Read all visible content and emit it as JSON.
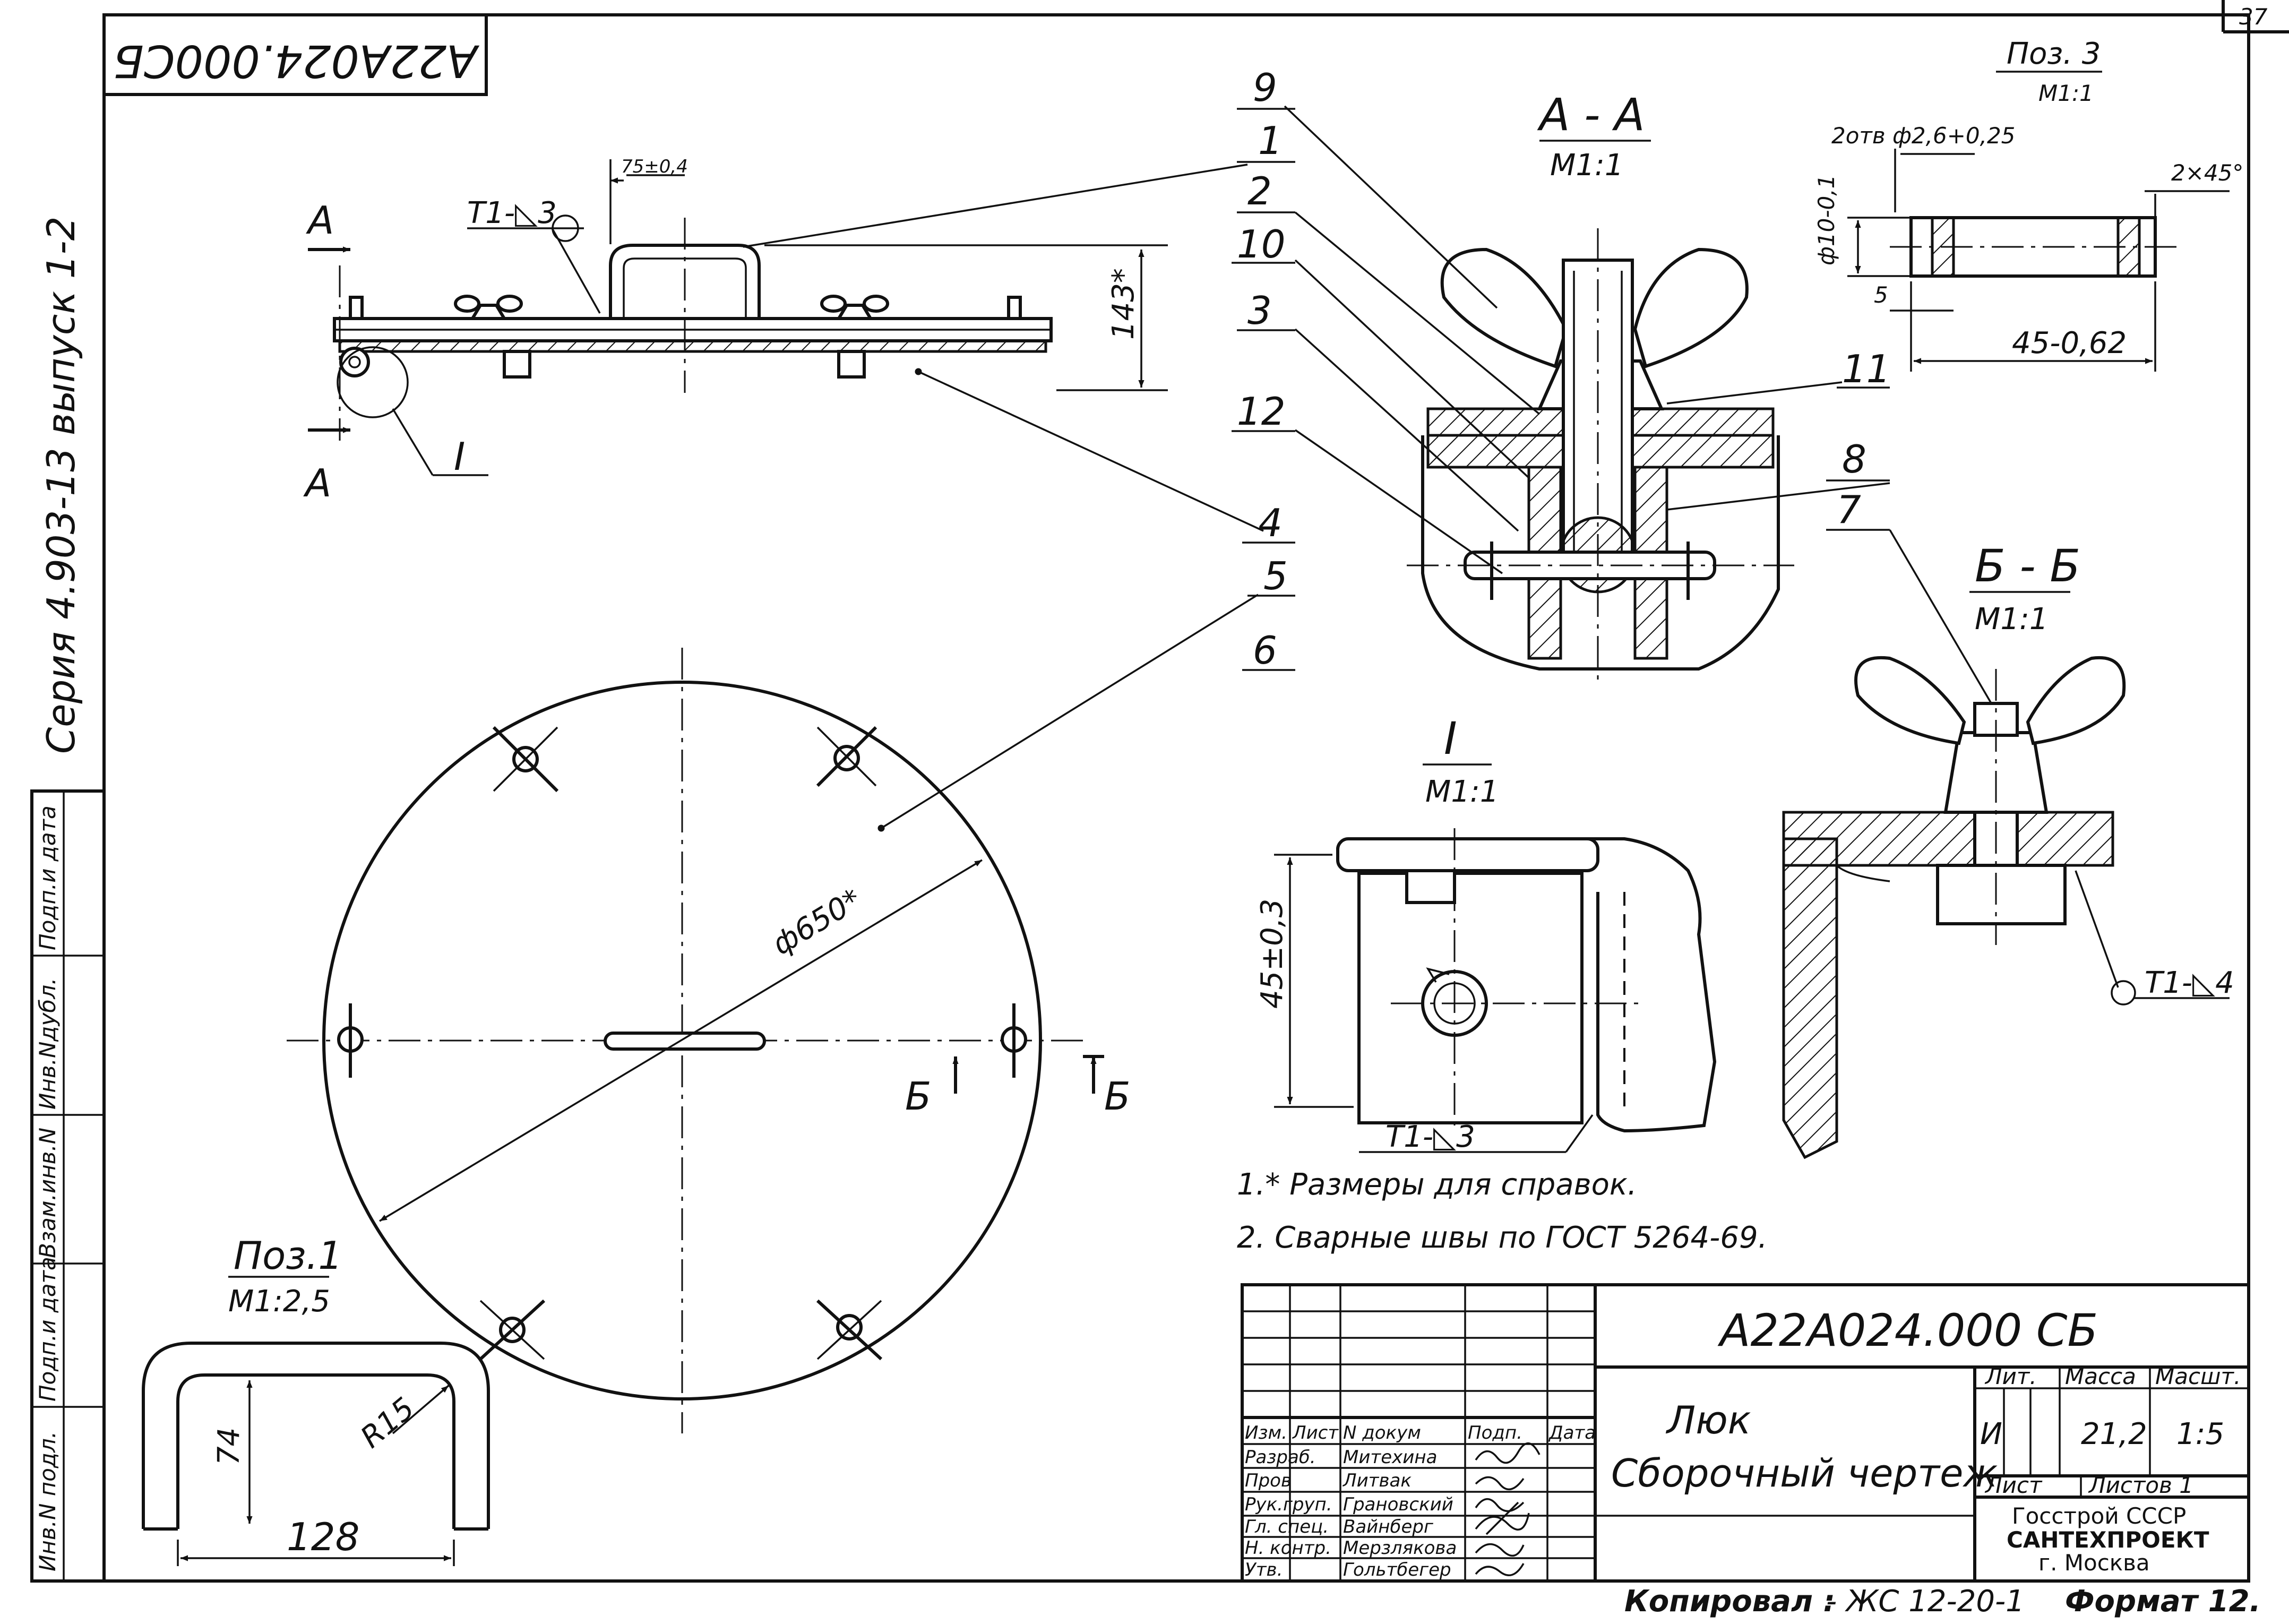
{
  "page_number": "37",
  "rotated_code": "А22А024.000СБ",
  "series_label": "Серия 4.903-13   выпуск 1-2",
  "left_strip": [
    "Инв.N подл.",
    "Подп.и дата",
    "Взам.инв.N",
    "Инв.Nдубл.",
    "Подп.и дата"
  ],
  "labels": {
    "section_aa": "А - А",
    "section_aa_scale": "М1:1",
    "section_bb": "Б - Б",
    "section_bb_scale": "М1:1",
    "detail_I": "I",
    "detail_I_scale": "М1:1",
    "pos3": "Поз. 3",
    "pos3_scale": "М1:1",
    "pos1": "Поз.1",
    "pos1_scale": "М1:2,5",
    "view_A_top": "А",
    "view_A_bottom": "А",
    "detail_I_callout": "I",
    "cut_B_left": "Б",
    "cut_B_right": "Б"
  },
  "dimensions": {
    "d75": "75±0,4",
    "d143": "143*",
    "d650": "ф650*",
    "weld_top": "Т1-◺3",
    "weld_detail": "Т1-◺3",
    "weld_bb": "Т1-◺4",
    "d45_03": "45±0,3",
    "hole": "2отв ф2,6+0,25",
    "d10": "ф10-0,1",
    "chamfer": "2×45°",
    "d5": "5",
    "d45_062": "45-0,62",
    "h74": "74",
    "w128": "128",
    "r15": "R15"
  },
  "callouts": [
    "1",
    "2",
    "3",
    "4",
    "5",
    "6",
    "7",
    "8",
    "9",
    "10",
    "11",
    "12"
  ],
  "notes": [
    "1.* Размеры для справок.",
    "2. Сварные     швы по   ГОСТ 5264-69."
  ],
  "title_block": {
    "doc_code": "А22А024.000 СБ",
    "name": "Люк",
    "subtitle": "Сборочный    чертеж",
    "header": [
      "Изм.",
      "Лист",
      "N докум",
      "Подп.",
      "Дата"
    ],
    "roles": [
      {
        "role": "Разраб.",
        "name": "Митехина"
      },
      {
        "role": "Пров",
        "name": "Литвак"
      },
      {
        "role": "Рук.груп.",
        "name": "Грановский"
      },
      {
        "role": "Гл. спец.",
        "name": "Вайнберг"
      },
      {
        "role": "Н. контр.",
        "name": "Мерзлякова"
      },
      {
        "role": "Утв.",
        "name": "Гольтбегер"
      }
    ],
    "lit_label": "Лит.",
    "mass_label": "Масса",
    "scale_label": "Масшт.",
    "lit_value": "И",
    "mass_value": "21,2",
    "scale_value": "1:5",
    "sheet_label": "Лист",
    "sheets_label": "Листов 1",
    "org": [
      "Госстрой СССР",
      "САНТЕХПРОЕКТ",
      "г. Москва"
    ]
  },
  "footer": {
    "copied": "Копировал :",
    "copier_mark": "- ЖС 12-20-1",
    "format": "Формат 12."
  }
}
